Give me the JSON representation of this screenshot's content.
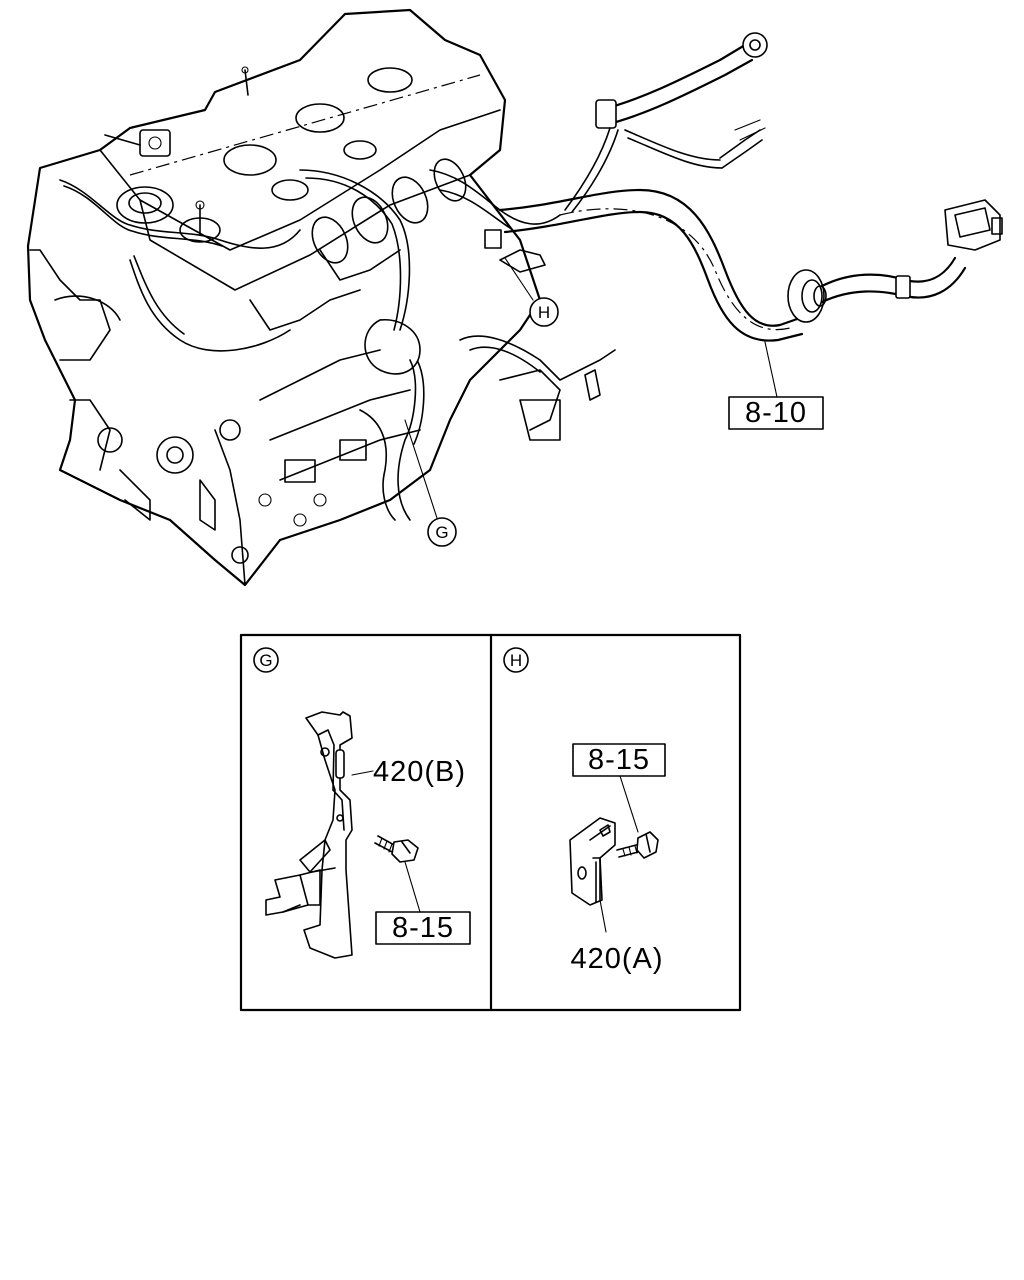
{
  "callouts": {
    "harness_main": "8-10",
    "bolt_g": "8-15",
    "bolt_h": "8-15",
    "bracket_b": "420(B)",
    "bracket_a": "420(A)"
  },
  "markers": {
    "g": "G",
    "h": "H"
  },
  "panels": {
    "left_marker": "G",
    "right_marker": "H"
  }
}
